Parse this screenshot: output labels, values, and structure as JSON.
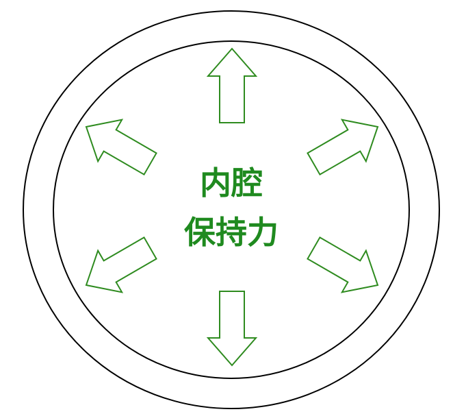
{
  "label": {
    "line1": "内腔",
    "line2": "保持力"
  },
  "arrows": [
    {
      "name": "arrow-up-icon",
      "direction": "up"
    },
    {
      "name": "arrow-upper-right-icon",
      "direction": "upper-right"
    },
    {
      "name": "arrow-lower-right-icon",
      "direction": "lower-right"
    },
    {
      "name": "arrow-down-icon",
      "direction": "down"
    },
    {
      "name": "arrow-lower-left-icon",
      "direction": "lower-left"
    },
    {
      "name": "arrow-upper-left-icon",
      "direction": "upper-left"
    }
  ],
  "colors": {
    "arrow": "#2e8b1f",
    "text": "#1f8a1f",
    "ring": "#000000"
  }
}
